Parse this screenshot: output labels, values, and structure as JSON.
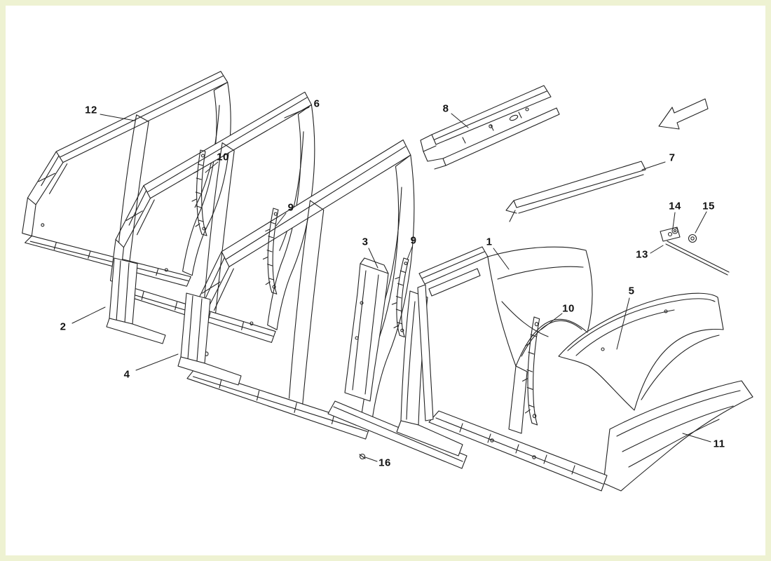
{
  "figure": {
    "background_color": "#ffffff",
    "border_color": "#eef2d2",
    "line_color": "#222222"
  },
  "callouts": [
    {
      "part": "outer-side-frame",
      "label": "12"
    },
    {
      "part": "inner-side-frame",
      "label": "6"
    },
    {
      "part": "sill-member",
      "label": "8"
    },
    {
      "part": "side-skirt",
      "label": "7"
    },
    {
      "part": "reinforcement-strip-left",
      "label": "10"
    },
    {
      "part": "reinforcement-strip-mid-left",
      "label": "9"
    },
    {
      "part": "nut",
      "label": "14"
    },
    {
      "part": "washer",
      "label": "15"
    },
    {
      "part": "rod",
      "label": "13"
    },
    {
      "part": "a-pillar-assembly",
      "label": "3"
    },
    {
      "part": "reinforcement-strip-mid-right",
      "label": "9"
    },
    {
      "part": "lateral-frame",
      "label": "1"
    },
    {
      "part": "lower-pillar-left",
      "label": "2"
    },
    {
      "part": "lower-pillar-right",
      "label": "4"
    },
    {
      "part": "reinforcement-strip-right",
      "label": "10"
    },
    {
      "part": "front-fender",
      "label": "5"
    },
    {
      "part": "rear-quarter-panel",
      "label": "11"
    },
    {
      "part": "screw",
      "label": "16"
    }
  ]
}
